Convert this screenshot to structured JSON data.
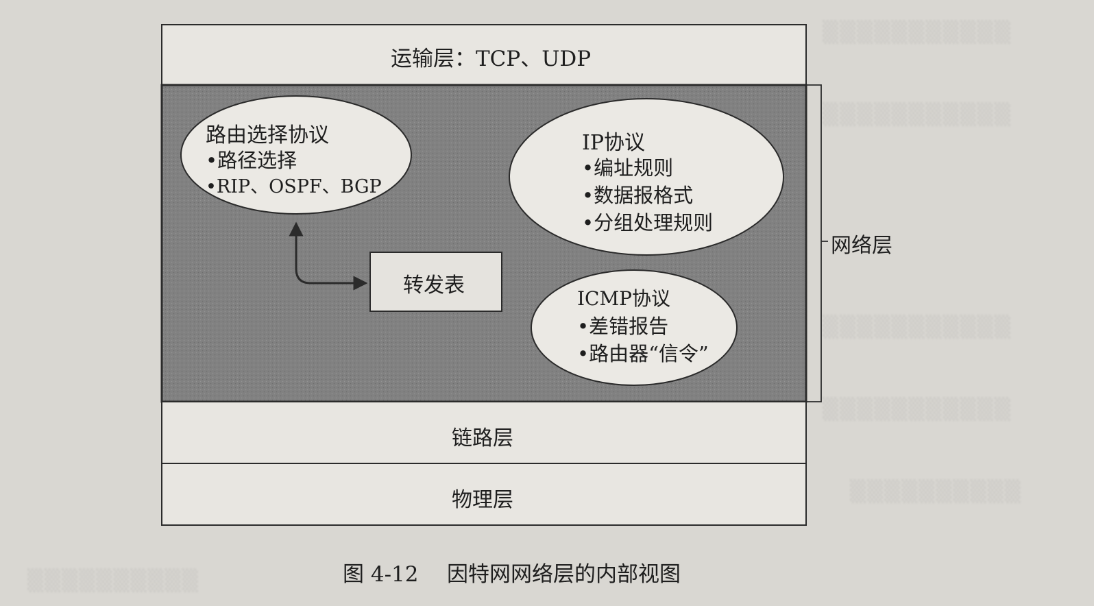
{
  "transport_layer": {
    "label": "运输层：TCP、UDP"
  },
  "routing_protocols": {
    "title": "路由选择协议",
    "items": [
      "•路径选择",
      "•RIP、OSPF、BGP"
    ]
  },
  "ip_protocol": {
    "title": "IP协议",
    "items": [
      "•编址规则",
      "•数据报格式",
      "•分组处理规则"
    ]
  },
  "forwarding_table": {
    "label": "转发表"
  },
  "icmp_protocol": {
    "title": "ICMP协议",
    "items": [
      "•差错报告",
      "•路由器“信令”"
    ]
  },
  "network_layer_bracket": {
    "label": "网络层"
  },
  "link_layer": {
    "label": "链路层"
  },
  "physical_layer": {
    "label": "物理层"
  },
  "caption": {
    "figure_number": "图 4-12",
    "text": "因特网网络层的内部视图"
  },
  "colors": {
    "page_background": "#d9d7d2",
    "layer_box_fill": "#e8e6e1",
    "network_layer_fill": "#828282",
    "ellipse_fill": "#ebe9e4",
    "stroke": "#2b2b2b"
  }
}
